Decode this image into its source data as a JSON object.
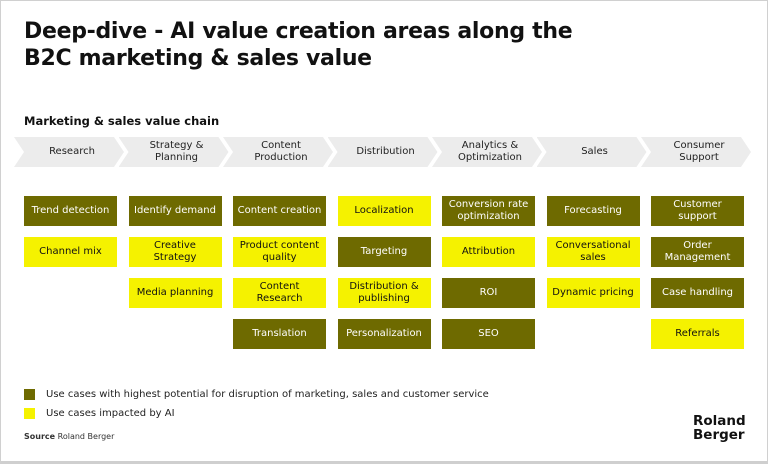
{
  "title": "Deep-dive - AI value creation areas along the B2C marketing & sales value",
  "subtitle": "Marketing & sales value chain",
  "colors": {
    "dark": "#6e6a00",
    "yellow": "#f5f200"
  },
  "stages": [
    {
      "label": "Research",
      "items": [
        {
          "text": "Trend detection",
          "type": "dark"
        },
        {
          "text": "Channel mix",
          "type": "yellow"
        }
      ]
    },
    {
      "label": "Strategy & Planning",
      "items": [
        {
          "text": "Identify demand",
          "type": "dark"
        },
        {
          "text": "Creative Strategy",
          "type": "yellow"
        },
        {
          "text": "Media planning",
          "type": "yellow"
        }
      ]
    },
    {
      "label": "Content Production",
      "items": [
        {
          "text": "Content creation",
          "type": "dark"
        },
        {
          "text": "Product content quality",
          "type": "yellow"
        },
        {
          "text": "Content Research",
          "type": "yellow"
        },
        {
          "text": "Translation",
          "type": "dark"
        }
      ]
    },
    {
      "label": "Distribution",
      "items": [
        {
          "text": "Localization",
          "type": "yellow"
        },
        {
          "text": "Targeting",
          "type": "dark"
        },
        {
          "text": "Distribution & publishing",
          "type": "yellow"
        },
        {
          "text": "Personalization",
          "type": "dark"
        }
      ]
    },
    {
      "label": "Analytics & Optimization",
      "items": [
        {
          "text": "Conversion rate optimization",
          "type": "dark"
        },
        {
          "text": "Attribution",
          "type": "yellow"
        },
        {
          "text": "ROI",
          "type": "dark"
        },
        {
          "text": "SEO",
          "type": "dark"
        }
      ]
    },
    {
      "label": "Sales",
      "items": [
        {
          "text": "Forecasting",
          "type": "dark"
        },
        {
          "text": "Conversational sales",
          "type": "yellow"
        },
        {
          "text": "Dynamic pricing",
          "type": "yellow"
        }
      ]
    },
    {
      "label": "Consumer Support",
      "items": [
        {
          "text": "Customer support",
          "type": "dark"
        },
        {
          "text": "Order Management",
          "type": "dark"
        },
        {
          "text": "Case handling",
          "type": "dark"
        },
        {
          "text": "Referrals",
          "type": "yellow"
        }
      ]
    }
  ],
  "legend": {
    "dark": "Use cases with highest potential for disruption of marketing, sales and customer service",
    "yellow": "Use cases impacted by AI"
  },
  "source": {
    "label": "Source",
    "text": "Roland Berger"
  },
  "logo": "Roland Berger"
}
